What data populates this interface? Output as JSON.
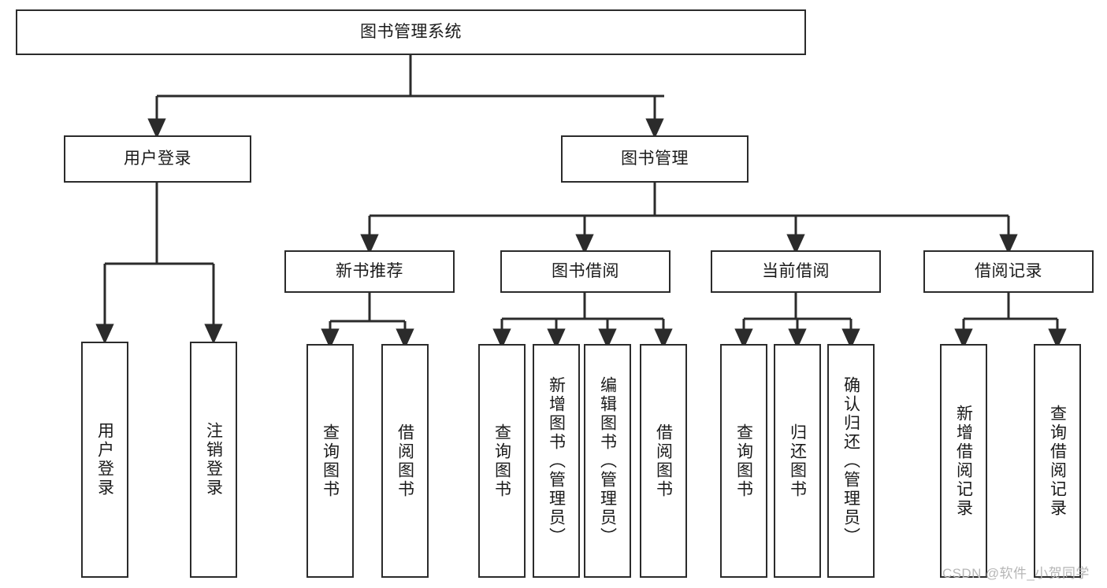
{
  "diagram": {
    "title": "图书管理系统",
    "type": "tree-hierarchy-chart",
    "stroke_color": "#2b2b2b",
    "fill_color": "#ffffff",
    "text_color": "#1a1a1a"
  },
  "nodes": {
    "root": {
      "label": "图书管理系统"
    },
    "level2": [
      {
        "label": "用户登录"
      },
      {
        "label": "图书管理"
      }
    ],
    "level3": [
      {
        "label": "新书推荐"
      },
      {
        "label": "图书借阅"
      },
      {
        "label": "当前借阅"
      },
      {
        "label": "借阅记录"
      }
    ],
    "leaves": {
      "user_login": [
        {
          "label": "用户登录"
        },
        {
          "label": "注销登录"
        }
      ],
      "new_book_recommend": [
        {
          "label": "查询图书"
        },
        {
          "label": "借阅图书"
        }
      ],
      "book_borrow": [
        {
          "label": "查询图书"
        },
        {
          "label": "新增图书（管理员）"
        },
        {
          "label": "编辑图书（管理员）"
        },
        {
          "label": "借阅图书"
        }
      ],
      "current_borrow": [
        {
          "label": "查询图书"
        },
        {
          "label": "归还图书"
        },
        {
          "label": "确认归还（管理员）"
        }
      ],
      "borrow_record": [
        {
          "label": "新增借阅记录"
        },
        {
          "label": "查询借阅记录"
        }
      ]
    }
  },
  "watermark": {
    "text": "CSDN @软件_小贺同学"
  }
}
